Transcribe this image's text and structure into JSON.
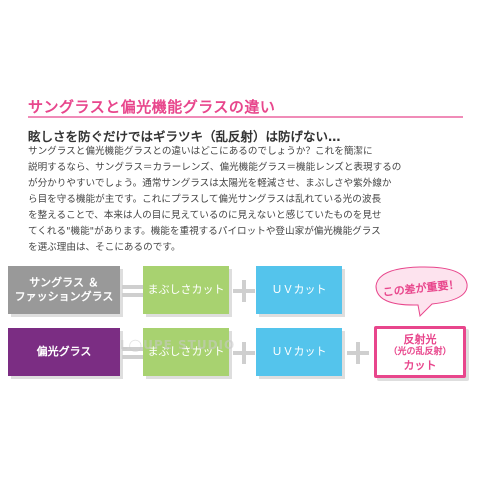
{
  "title": "サングラスと偏光機能グラスの違い",
  "subtitle": "眩しさを防ぐだけではギラツキ（乱反射）は防げない…",
  "body_lines": [
    "サングラスと偏光機能グラスとの違いはどこにあるのでしょうか？これを簡潔に",
    "説明するなら、サングラス＝カラーレンズ、偏光機能グラス＝機能レンズと表現するの",
    "が分かりやすいでしょう。通常サングラスは太陽光を軽減させ、まぶしさや紫外線か",
    "ら目を守る機能が主です。これにプラスして偏光サングラスは乱れている光の波長",
    "を整えることで、本来は人の目に見えているのに見えないと感じていたものを見せ",
    "てくれる\"機能\"があります。機能を重視するパイロットや登山家が偏光機能グラス",
    "を選ぶ理由は、そこにあるのです。"
  ],
  "row1": {
    "label_line1": "サングラス ＆",
    "label_line2": "ファッショングラス",
    "feature1": "まぶしさカット",
    "feature2": "ＵＶカット"
  },
  "row2": {
    "label": "偏光グラス",
    "feature1": "まぶしさカット",
    "feature2": "ＵＶカット",
    "feature3_line1": "反射光",
    "feature3_line2": "（光の乱反射）",
    "feature3_line3": "カット"
  },
  "badge": "この差が重要！",
  "watermark": "L◯UPE STUDIO",
  "colors": {
    "accent_pink": "#e8468c",
    "gray": "#999999",
    "purple": "#7b2d83",
    "green": "#a8d270",
    "blue": "#54c4ec"
  }
}
